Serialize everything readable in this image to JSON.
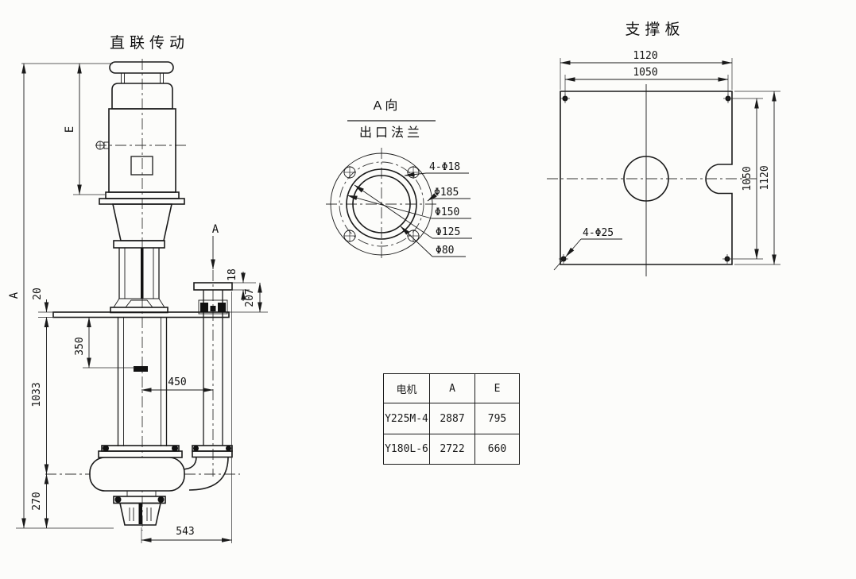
{
  "drawing": {
    "pump_view": {
      "title": "直联传动",
      "section_label": "A",
      "dim_overall_height": "A",
      "dim_motor_height": "E",
      "dim_plate_thickness": "20",
      "dim_350": "350",
      "dim_1033": "1033",
      "dim_270": "270",
      "dim_450": "450",
      "dim_543": "543",
      "dim_18": "18",
      "dim_207": "207"
    },
    "flange_view": {
      "view_label": "A向",
      "title": "出口法兰",
      "dim_bolt_holes": "4-Φ18",
      "dim_outer": "Φ185",
      "dim_bolt_circle": "Φ150",
      "dim_face": "Φ125",
      "dim_bore": "Φ80"
    },
    "support_plate": {
      "title": "支撑板",
      "dim_width_outer": "1120",
      "dim_width_holes": "1050",
      "dim_height_holes": "1050",
      "dim_height_outer": "1120",
      "dim_corner_holes": "4-Φ25"
    },
    "motor_table": {
      "headers": [
        "电机",
        "A",
        "E"
      ],
      "rows": [
        [
          "Y225M-4",
          "2887",
          "795"
        ],
        [
          "Y180L-6",
          "2722",
          "660"
        ]
      ]
    }
  }
}
